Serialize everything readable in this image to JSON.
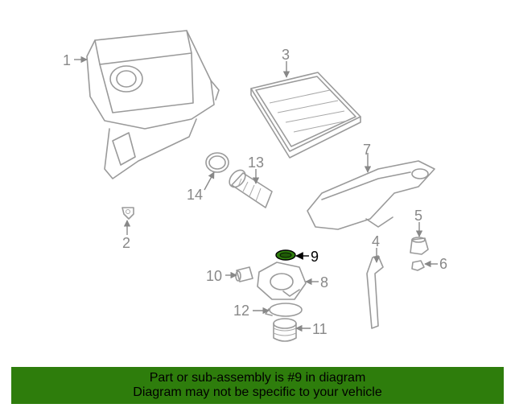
{
  "callouts": [
    "1",
    "2",
    "3",
    "4",
    "5",
    "6",
    "7",
    "8",
    "9",
    "10",
    "11",
    "12",
    "13",
    "14"
  ],
  "highlighted_part": "9",
  "highlight_color": "#2e7d0c",
  "banner": {
    "line1": "Part or sub-assembly is #9 in diagram",
    "line2": "Diagram may not be specific to your vehicle",
    "background": "#2e7d0c"
  }
}
